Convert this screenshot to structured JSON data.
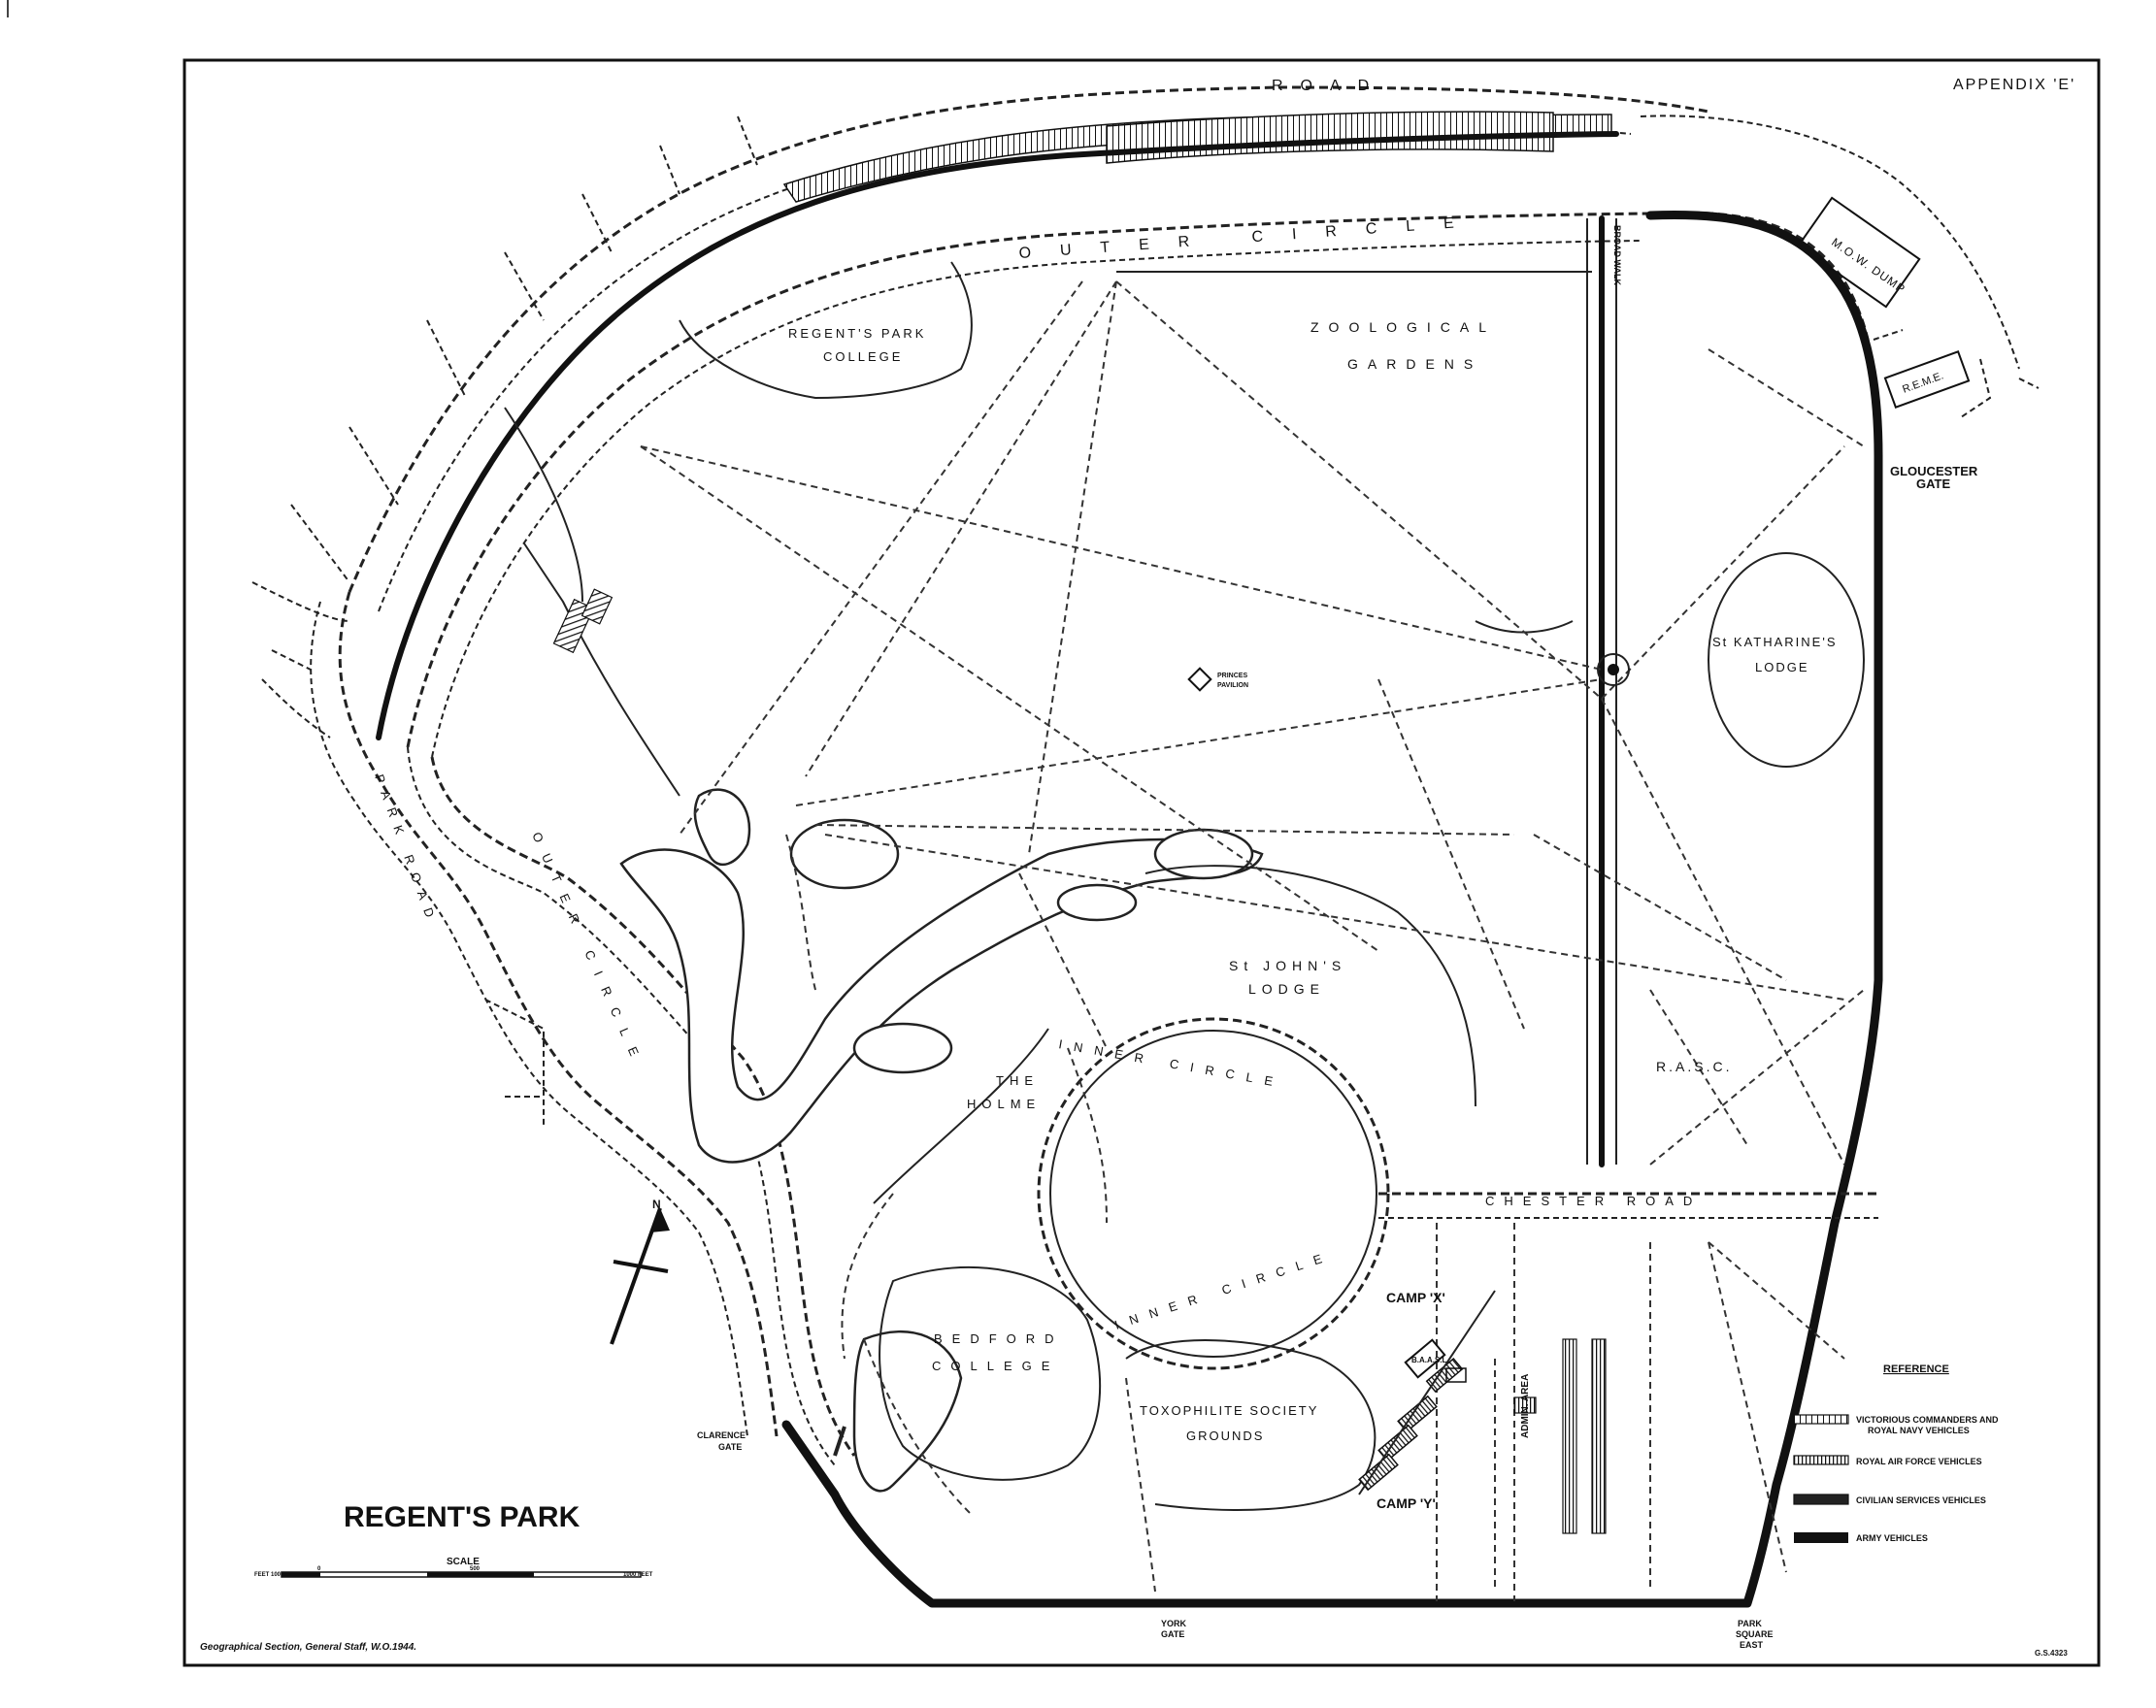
{
  "map": {
    "title": "REGENT'S PARK",
    "appendix": "APPENDIX 'E'",
    "scale_label": "SCALE",
    "scale_ticks": [
      "FEET 100",
      "0",
      "500",
      "1000 FEET"
    ],
    "credit": "Geographical Section, General Staff, W.O.1944.",
    "sheet_ref": "G.S.4323",
    "north": "N"
  },
  "places": {
    "regents_park_college": [
      "REGENT'S PARK",
      "COLLEGE"
    ],
    "zoological_gardens": [
      "ZOOLOGICAL",
      "GARDENS"
    ],
    "st_katharines_lodge": [
      "St KATHARINE'S",
      "LODGE"
    ],
    "princes_pavilion": [
      "PRINCES",
      "PAVILION"
    ],
    "st_johns_lodge": [
      "St JOHN'S",
      "LODGE"
    ],
    "the_holme": [
      "THE",
      "HOLME"
    ],
    "rasc": "R.A.S.C.",
    "bedford_college": [
      "BEDFORD",
      "COLLEGE"
    ],
    "toxophilite": [
      "TOXOPHILITE SOCIETY",
      "GROUNDS"
    ],
    "camp_x": "CAMP 'X'",
    "camp_y": "CAMP 'Y'",
    "baasl": "B.A.A.S.L.",
    "admin_area": "ADMIN. AREA",
    "mow_dump": "M.O.W. DUMP",
    "reme": "R.E.M.E."
  },
  "roads": {
    "road_north": "ROAD",
    "outer_circle_top": "OUTER CIRCLE",
    "inner_circle_top": "INNER CIRCLE",
    "inner_circle_bottom": "INNER CIRCLE",
    "chester_road": "CHESTER ROAD",
    "park_road": "PARK ROAD",
    "outer_circle_west": "OUTER CIRCLE",
    "broad_walk": "BROAD WALK"
  },
  "gates": {
    "gloucester": [
      "GLOUCESTER",
      "GATE"
    ],
    "clarence": [
      "CLARENCE",
      "GATE"
    ],
    "york": [
      "YORK",
      "GATE"
    ],
    "park_square_east": [
      "PARK",
      "SQUARE",
      "EAST"
    ]
  },
  "legend": {
    "title": "REFERENCE",
    "items": [
      {
        "label": "VICTORIOUS COMMANDERS AND",
        "label2": "ROYAL NAVY VEHICLES",
        "pattern": "hatch-light"
      },
      {
        "label": "ROYAL AIR FORCE VEHICLES",
        "pattern": "hatch-medium"
      },
      {
        "label": "CIVILIAN SERVICES VEHICLES",
        "pattern": "hatch-dense"
      },
      {
        "label": "ARMY VEHICLES",
        "pattern": "solid"
      }
    ]
  },
  "colors": {
    "ink": "#111111",
    "paper": "#ffffff"
  }
}
